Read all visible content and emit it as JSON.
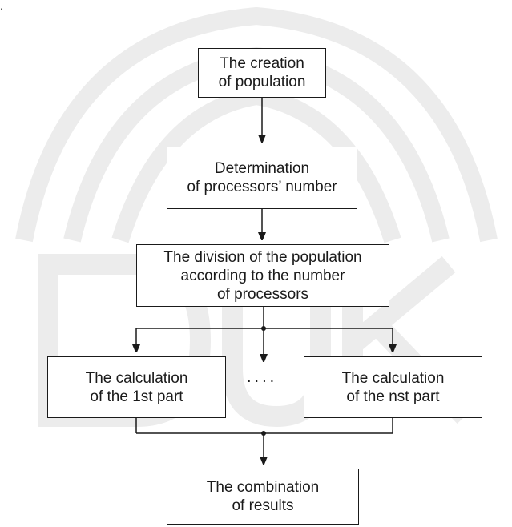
{
  "figure_label": ".",
  "nodes": {
    "creation": "The creation\nof population",
    "determination": "Determination\nof processors’ number",
    "division": "The division of the population\naccording to the number\nof processors",
    "calc_first": "The calculation\nof the 1st part",
    "ellipsis": "....",
    "calc_last": "The calculation\nof the nst part",
    "combination": "The combination\nof results"
  },
  "colors": {
    "stroke": "#1a1a1a",
    "watermark": "#ececec"
  }
}
